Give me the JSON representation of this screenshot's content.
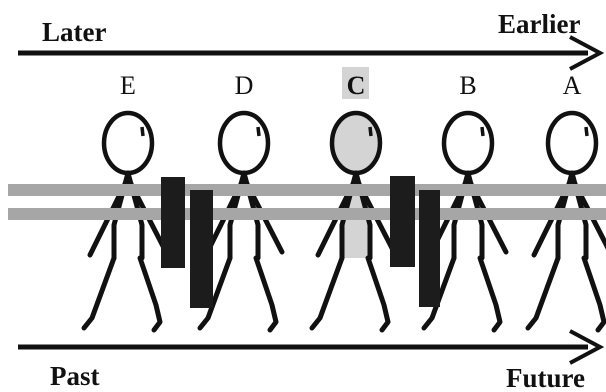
{
  "top_axis": {
    "left_label": "Later",
    "right_label": "Earlier"
  },
  "bottom_axis": {
    "left_label": "Past",
    "right_label": "Future"
  },
  "figures": [
    {
      "letter": "E",
      "highlighted": false
    },
    {
      "letter": "D",
      "highlighted": false
    },
    {
      "letter": "C",
      "highlighted": true
    },
    {
      "letter": "B",
      "highlighted": false
    },
    {
      "letter": "A",
      "highlighted": false
    }
  ],
  "colors": {
    "ink": "#111111",
    "rail": "#a6a6a6",
    "highlight": "#d4d4d4",
    "block": "#1c1c1c"
  }
}
